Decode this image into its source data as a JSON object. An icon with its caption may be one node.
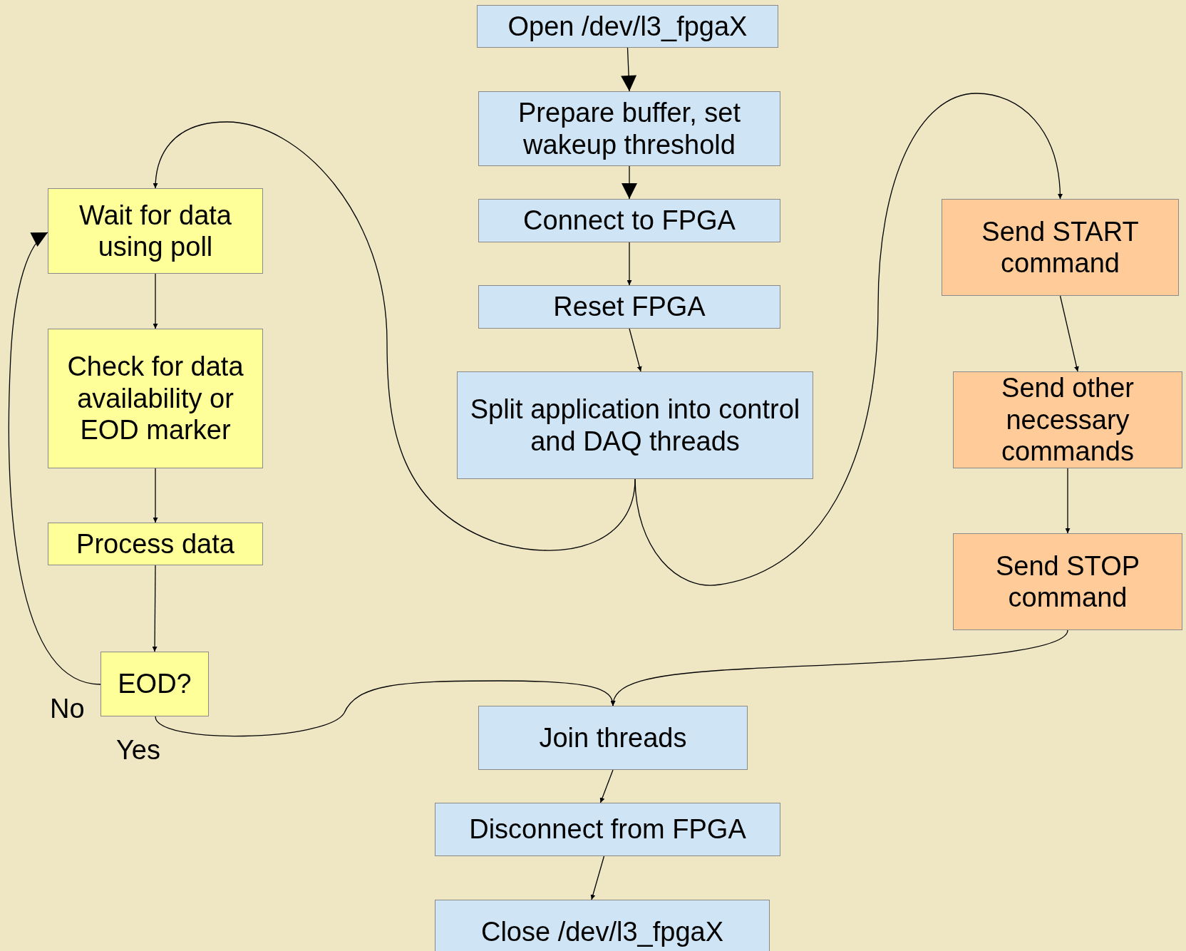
{
  "diagram": {
    "nodes": [
      {
        "text": [
          "Open /dev/l3_fpgaX"
        ]
      },
      {
        "text": [
          "Prepare buffer, set wakeup threshold"
        ]
      },
      {
        "text": [
          "Connect to FPGA"
        ]
      },
      {
        "text": [
          "Reset FPGA"
        ]
      },
      {
        "text": [
          "Split application into control and DAQ threads"
        ]
      },
      {
        "text": [
          "Wait for data using poll"
        ]
      },
      {
        "text": [
          "Check for data availability or EOD marker"
        ]
      },
      {
        "text": [
          "Process data"
        ]
      },
      {
        "text": [
          "EOD?"
        ]
      },
      {
        "text": [
          "Send START command"
        ]
      },
      {
        "text": [
          "Send other necessary commands"
        ]
      },
      {
        "text": [
          "Send STOP command"
        ]
      },
      {
        "text": [
          "Join threads"
        ]
      },
      {
        "text": [
          "Disconnect from FPGA"
        ]
      },
      {
        "text": [
          "Close /dev/l3_fpgaX"
        ]
      }
    ],
    "edges": [
      {
        "from": 0,
        "to": 1,
        "arrow": "to"
      },
      {
        "from": 1,
        "to": 2,
        "arrow": "to"
      },
      {
        "from": 2,
        "to": 3,
        "arrow": "to"
      },
      {
        "from": 3,
        "to": 4,
        "arrow": "to"
      },
      {
        "from": 4,
        "to": 5,
        "arrow": "to"
      },
      {
        "from": 4,
        "to": 9,
        "arrow": "to"
      },
      {
        "from": 5,
        "to": 6,
        "arrow": "to"
      },
      {
        "from": 6,
        "to": 7,
        "arrow": "to"
      },
      {
        "from": 7,
        "to": 8,
        "arrow": "to"
      },
      {
        "from": 8,
        "to": 5,
        "arrow": "to",
        "label": "No"
      },
      {
        "from": 8,
        "to": 12,
        "arrow": "to",
        "label": "Yes"
      },
      {
        "from": 9,
        "to": 10,
        "arrow": "to"
      },
      {
        "from": 10,
        "to": 11,
        "arrow": "to"
      },
      {
        "from": 11,
        "to": 12,
        "arrow": "to"
      },
      {
        "from": 12,
        "to": 13,
        "arrow": "to"
      },
      {
        "from": 13,
        "to": 14,
        "arrow": "to"
      }
    ]
  }
}
